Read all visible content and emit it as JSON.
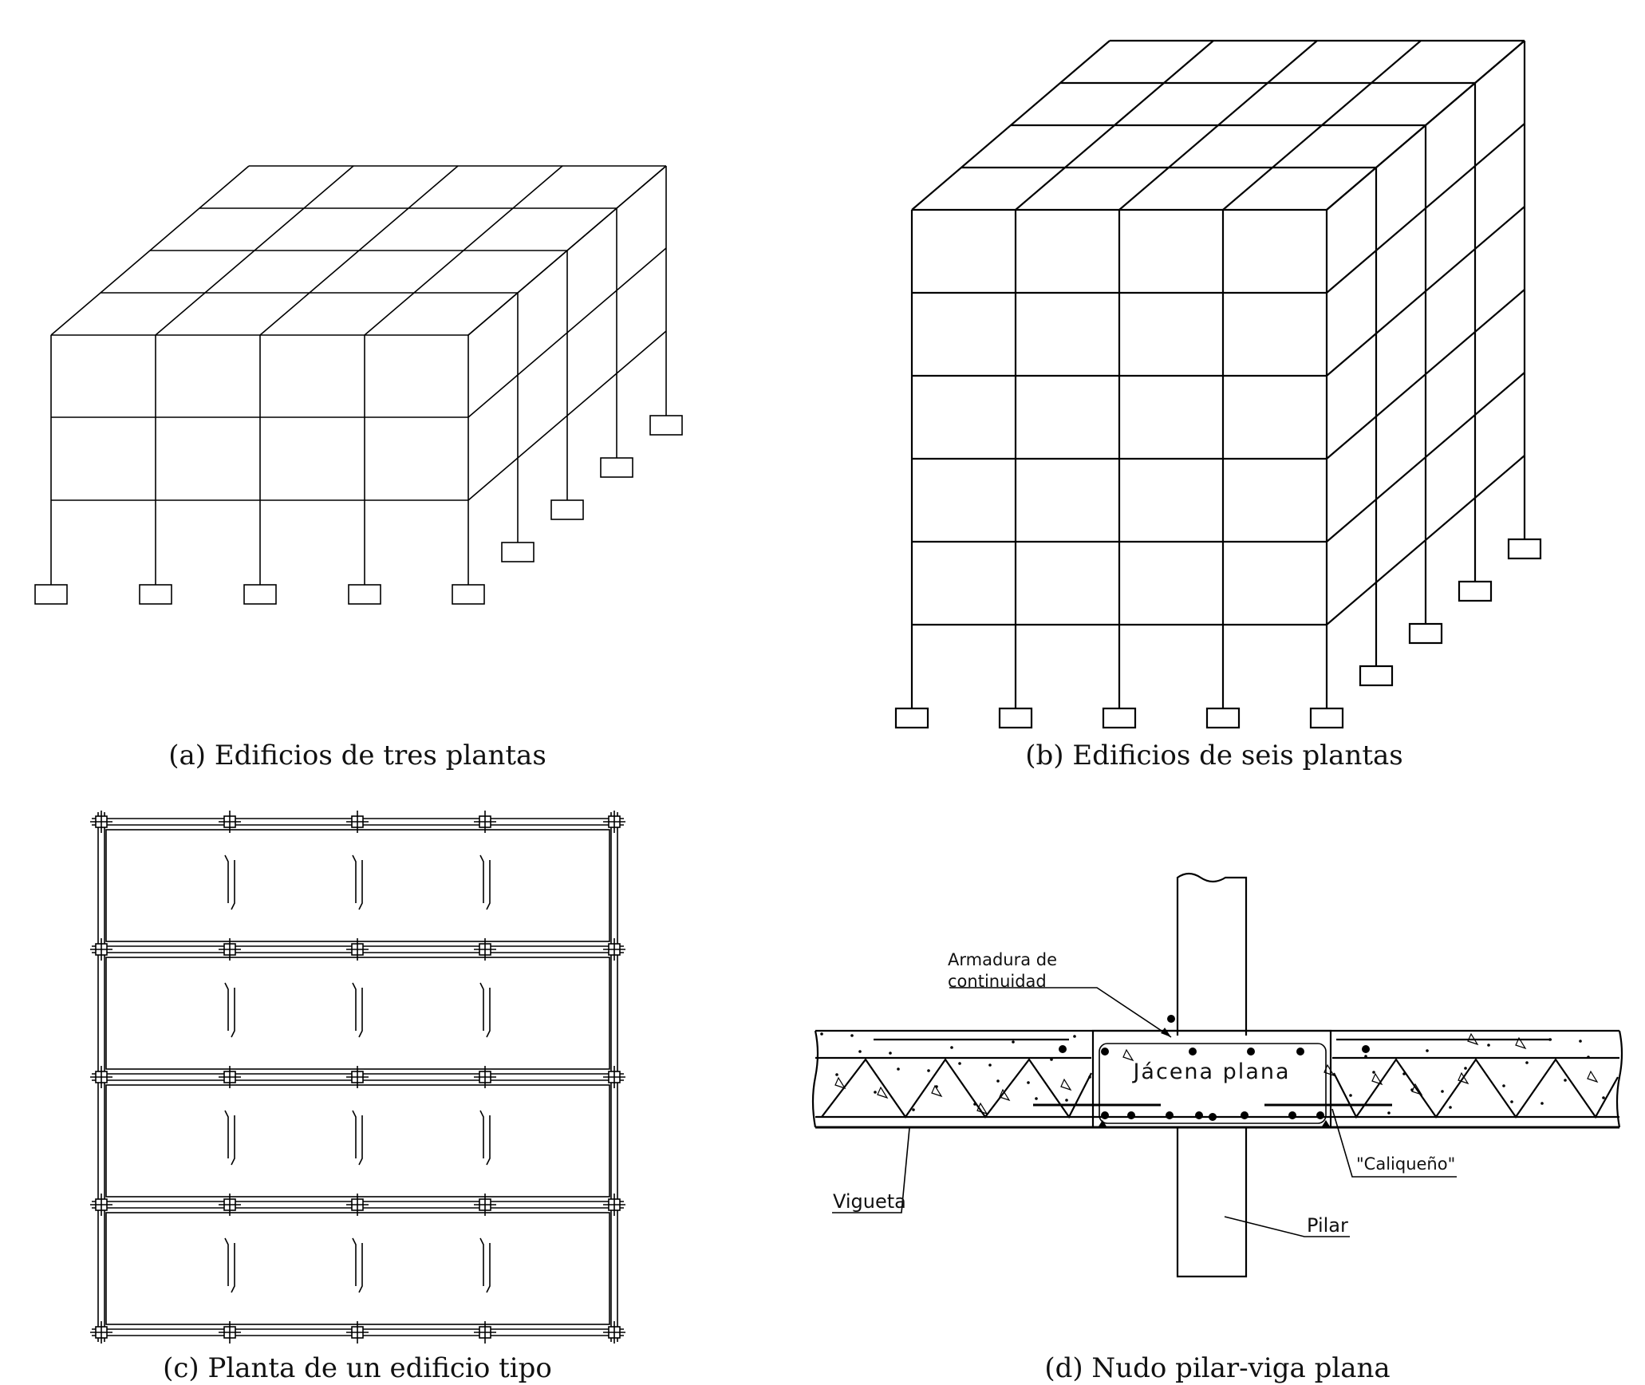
{
  "captions": {
    "a": "(a) Edificios de tres plantas",
    "b": "(b) Edificios de seis plantas",
    "c": "(c) Planta de un edificio tipo",
    "d": "(d) Nudo pilar-viga plana"
  },
  "detail_labels": {
    "armadura_line1": "Armadura de",
    "armadura_line2": "continuidad",
    "jacena": "Jácena plana",
    "caliqueno": "\"Caliqueño\"",
    "vigueta": "Vigueta",
    "pilar": "Pilar"
  }
}
